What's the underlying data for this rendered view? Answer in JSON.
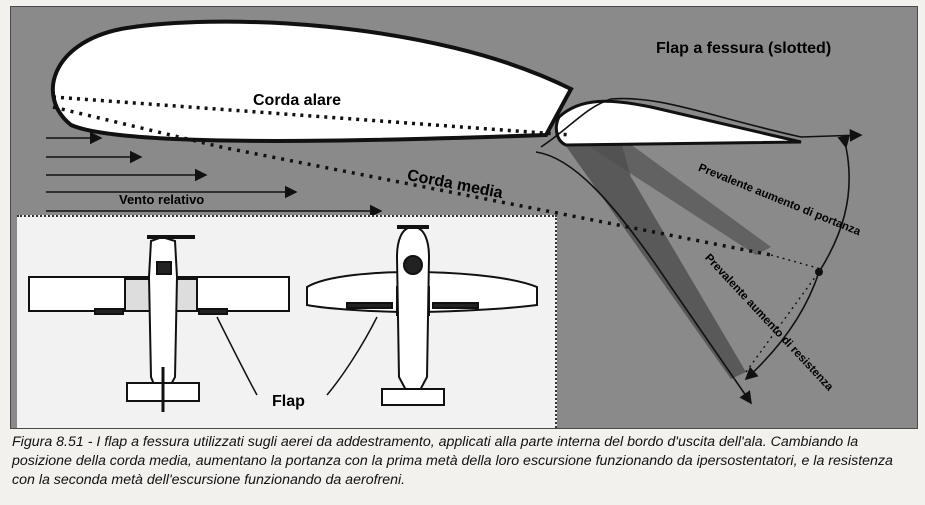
{
  "figure": {
    "labels": {
      "slotted_flap": "Flap a fessura (slotted)",
      "chord_wing": "Corda alare",
      "chord_mean": "Corda media",
      "relative_wind": "Vento relativo",
      "lift_increase": "Prevalente aumento di portanza",
      "drag_increase": "Prevalente aumento di resistenza",
      "flap": "Flap"
    }
  },
  "caption": {
    "fig_number": "Figura 8.51 -",
    "text": " I flap a fessura utilizzati sugli aerei da addestramento, applicati alla parte interna del bordo d'uscita dell'ala. Cambiando la posizione della corda media, aumentano la portanza con la prima metà della loro escursione funzionando da ipersostentatori, e la resistenza con la seconda metà dell'escursione funzionando da aerofreni."
  }
}
